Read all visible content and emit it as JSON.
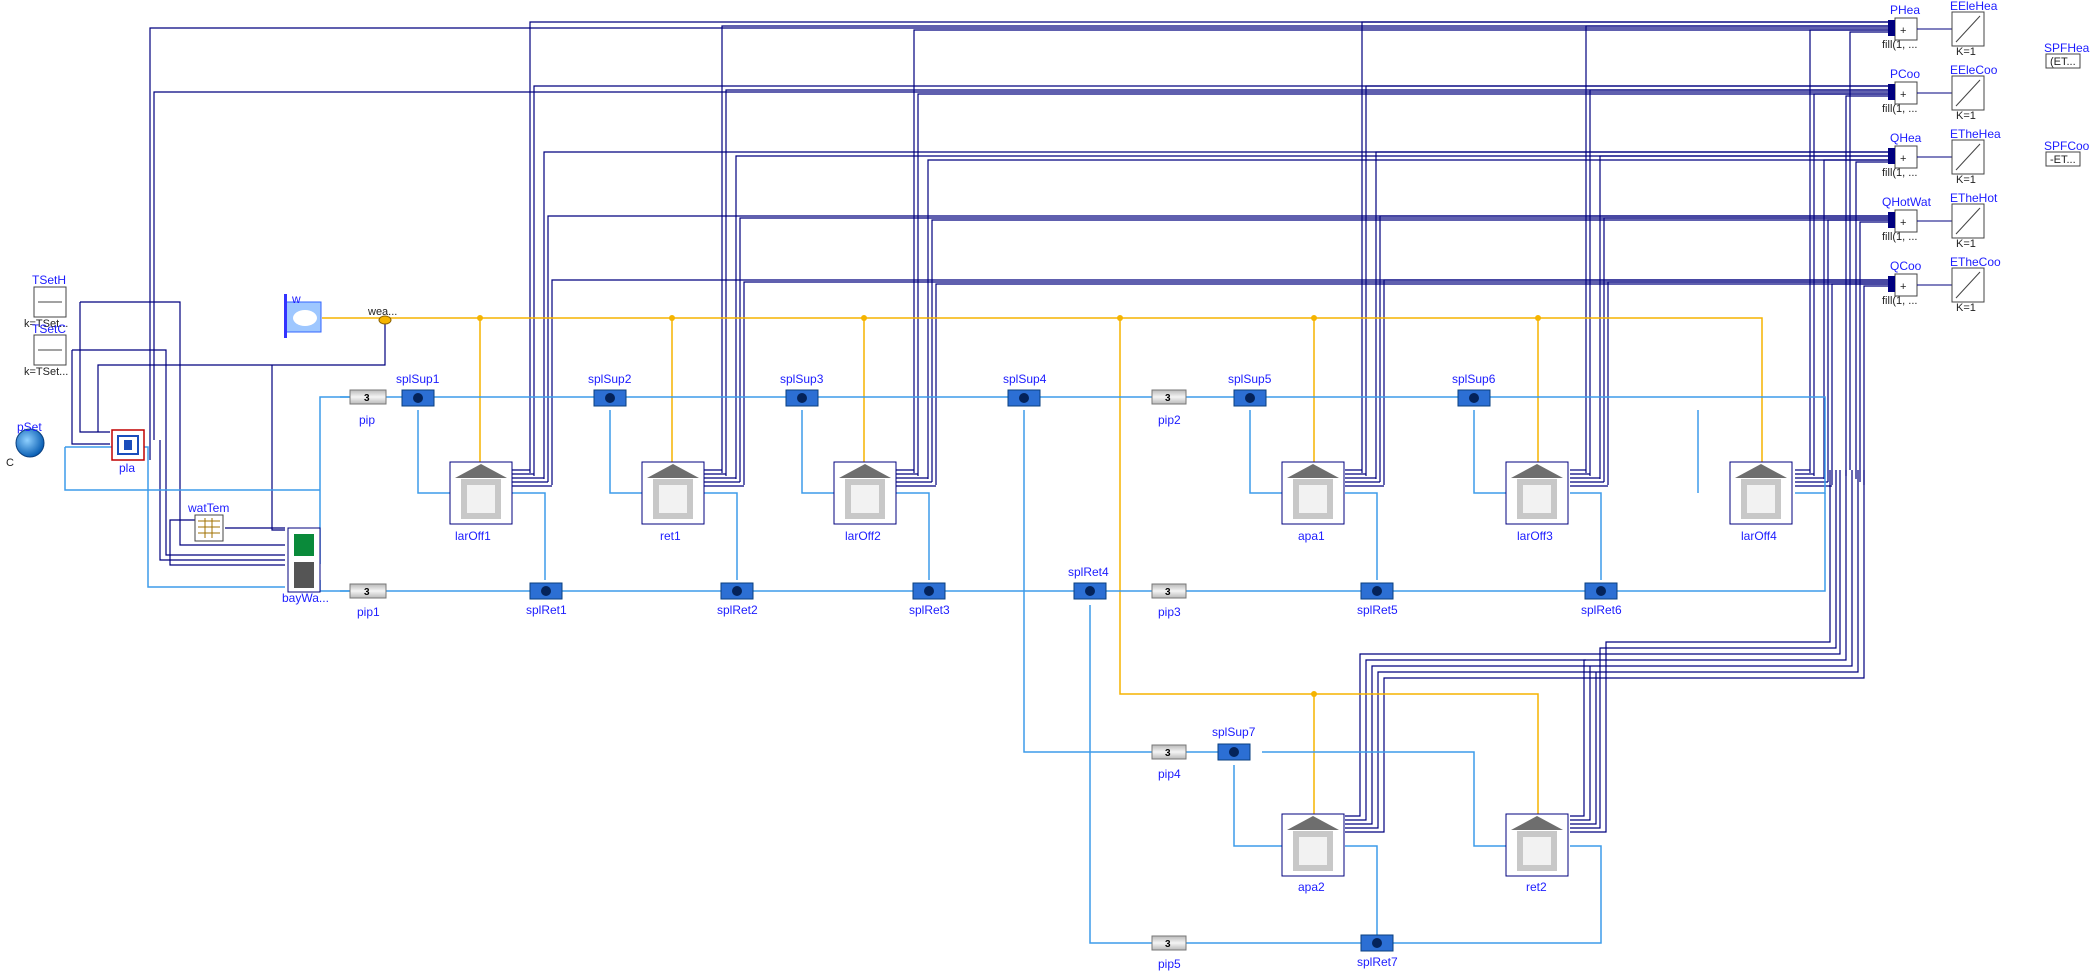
{
  "diagram": {
    "source_labels": {
      "pSet": "pSet",
      "TSetH": "TSetH",
      "TSetC": "TSetC",
      "TSetH_value": "k=TSet...",
      "TSetC_value": "k=TSet...",
      "pla": "pla",
      "watTem": "watTem",
      "bayWat": "bayWa...",
      "weather": "wea...",
      "w": "w"
    },
    "pipes": [
      {
        "id": "pip",
        "label": "pip",
        "number": "3"
      },
      {
        "id": "pip1",
        "label": "pip1",
        "number": "3"
      },
      {
        "id": "pip2",
        "label": "pip2",
        "number": "3"
      },
      {
        "id": "pip3",
        "label": "pip3",
        "number": "3"
      },
      {
        "id": "pip4",
        "label": "pip4",
        "number": "3"
      },
      {
        "id": "pip5",
        "label": "pip5",
        "number": "3"
      }
    ],
    "splitters_supply": [
      "splSup1",
      "splSup2",
      "splSup3",
      "splSup4",
      "splSup5",
      "splSup6",
      "splSup7"
    ],
    "splitters_return": [
      "splRet1",
      "splRet2",
      "splRet3",
      "splRet4",
      "splRet5",
      "splRet6",
      "splRet7"
    ],
    "buildings": [
      "larOff1",
      "ret1",
      "larOff2",
      "apa1",
      "larOff3",
      "larOff4",
      "apa2",
      "ret2"
    ],
    "sums": [
      {
        "label": "PHea",
        "sub": "fill(1, ..."
      },
      {
        "label": "PCoo",
        "sub": "fill(1, ..."
      },
      {
        "label": "QHea",
        "sub": "fill(1, ..."
      },
      {
        "label": "QHotWat",
        "sub": "fill(1, ..."
      },
      {
        "label": "QCoo",
        "sub": "fill(1, ..."
      }
    ],
    "integrators": [
      {
        "label": "EEleHea",
        "k": "K=1"
      },
      {
        "label": "EEleCoo",
        "k": "K=1"
      },
      {
        "label": "ETheHea",
        "k": "K=1"
      },
      {
        "label": "ETheHot",
        "k": "K=1"
      },
      {
        "label": "ETheCoo",
        "k": "K=1"
      }
    ],
    "spf": [
      {
        "label": "SPFHea",
        "expr": "(ET..."
      },
      {
        "label": "SPFCoo",
        "expr": "-ET..."
      }
    ],
    "colors": {
      "water": "#3d9bea",
      "weather": "#f5b400",
      "signal": "#00007f",
      "label": "#1c1cff"
    }
  }
}
